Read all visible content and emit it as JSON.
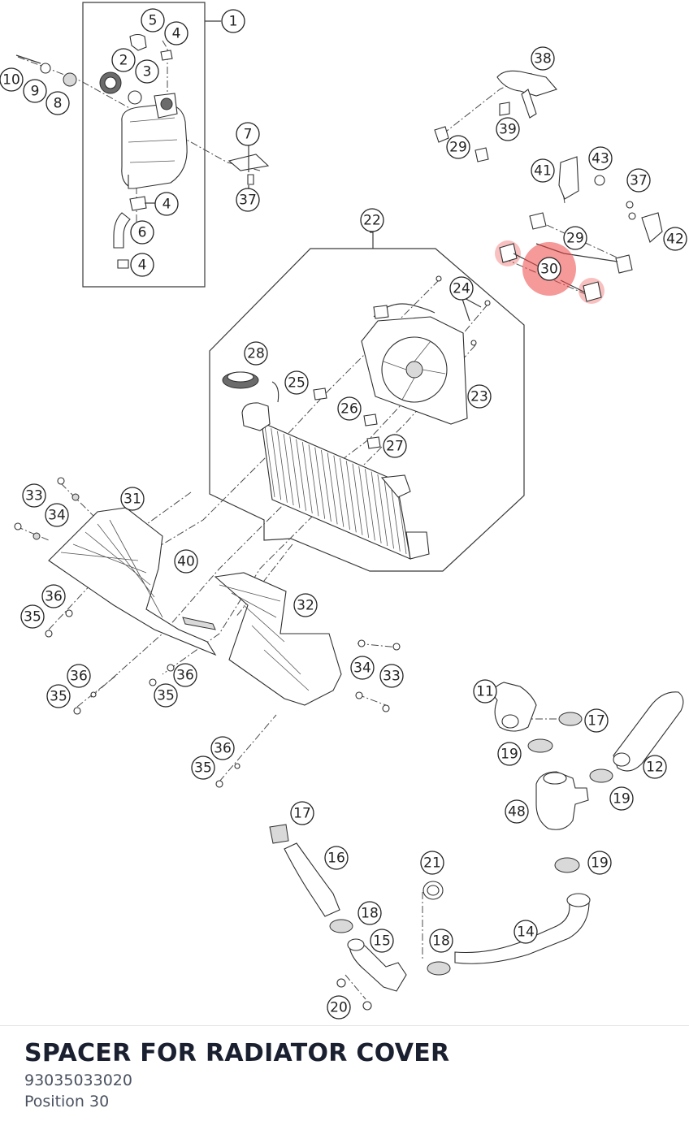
{
  "diagram": {
    "callouts": [
      "1",
      "2",
      "3",
      "4",
      "5",
      "6",
      "7",
      "8",
      "9",
      "10",
      "11",
      "12",
      "14",
      "15",
      "16",
      "17",
      "18",
      "19",
      "20",
      "21",
      "22",
      "23",
      "24",
      "25",
      "26",
      "27",
      "28",
      "29",
      "30",
      "31",
      "32",
      "33",
      "34",
      "35",
      "36",
      "37",
      "38",
      "39",
      "40",
      "41",
      "42",
      "43",
      "48"
    ],
    "highlighted": "30"
  },
  "part": {
    "title": "SPACER FOR RADIATOR COVER",
    "number": "93035033020",
    "position_label": "Position 30"
  }
}
